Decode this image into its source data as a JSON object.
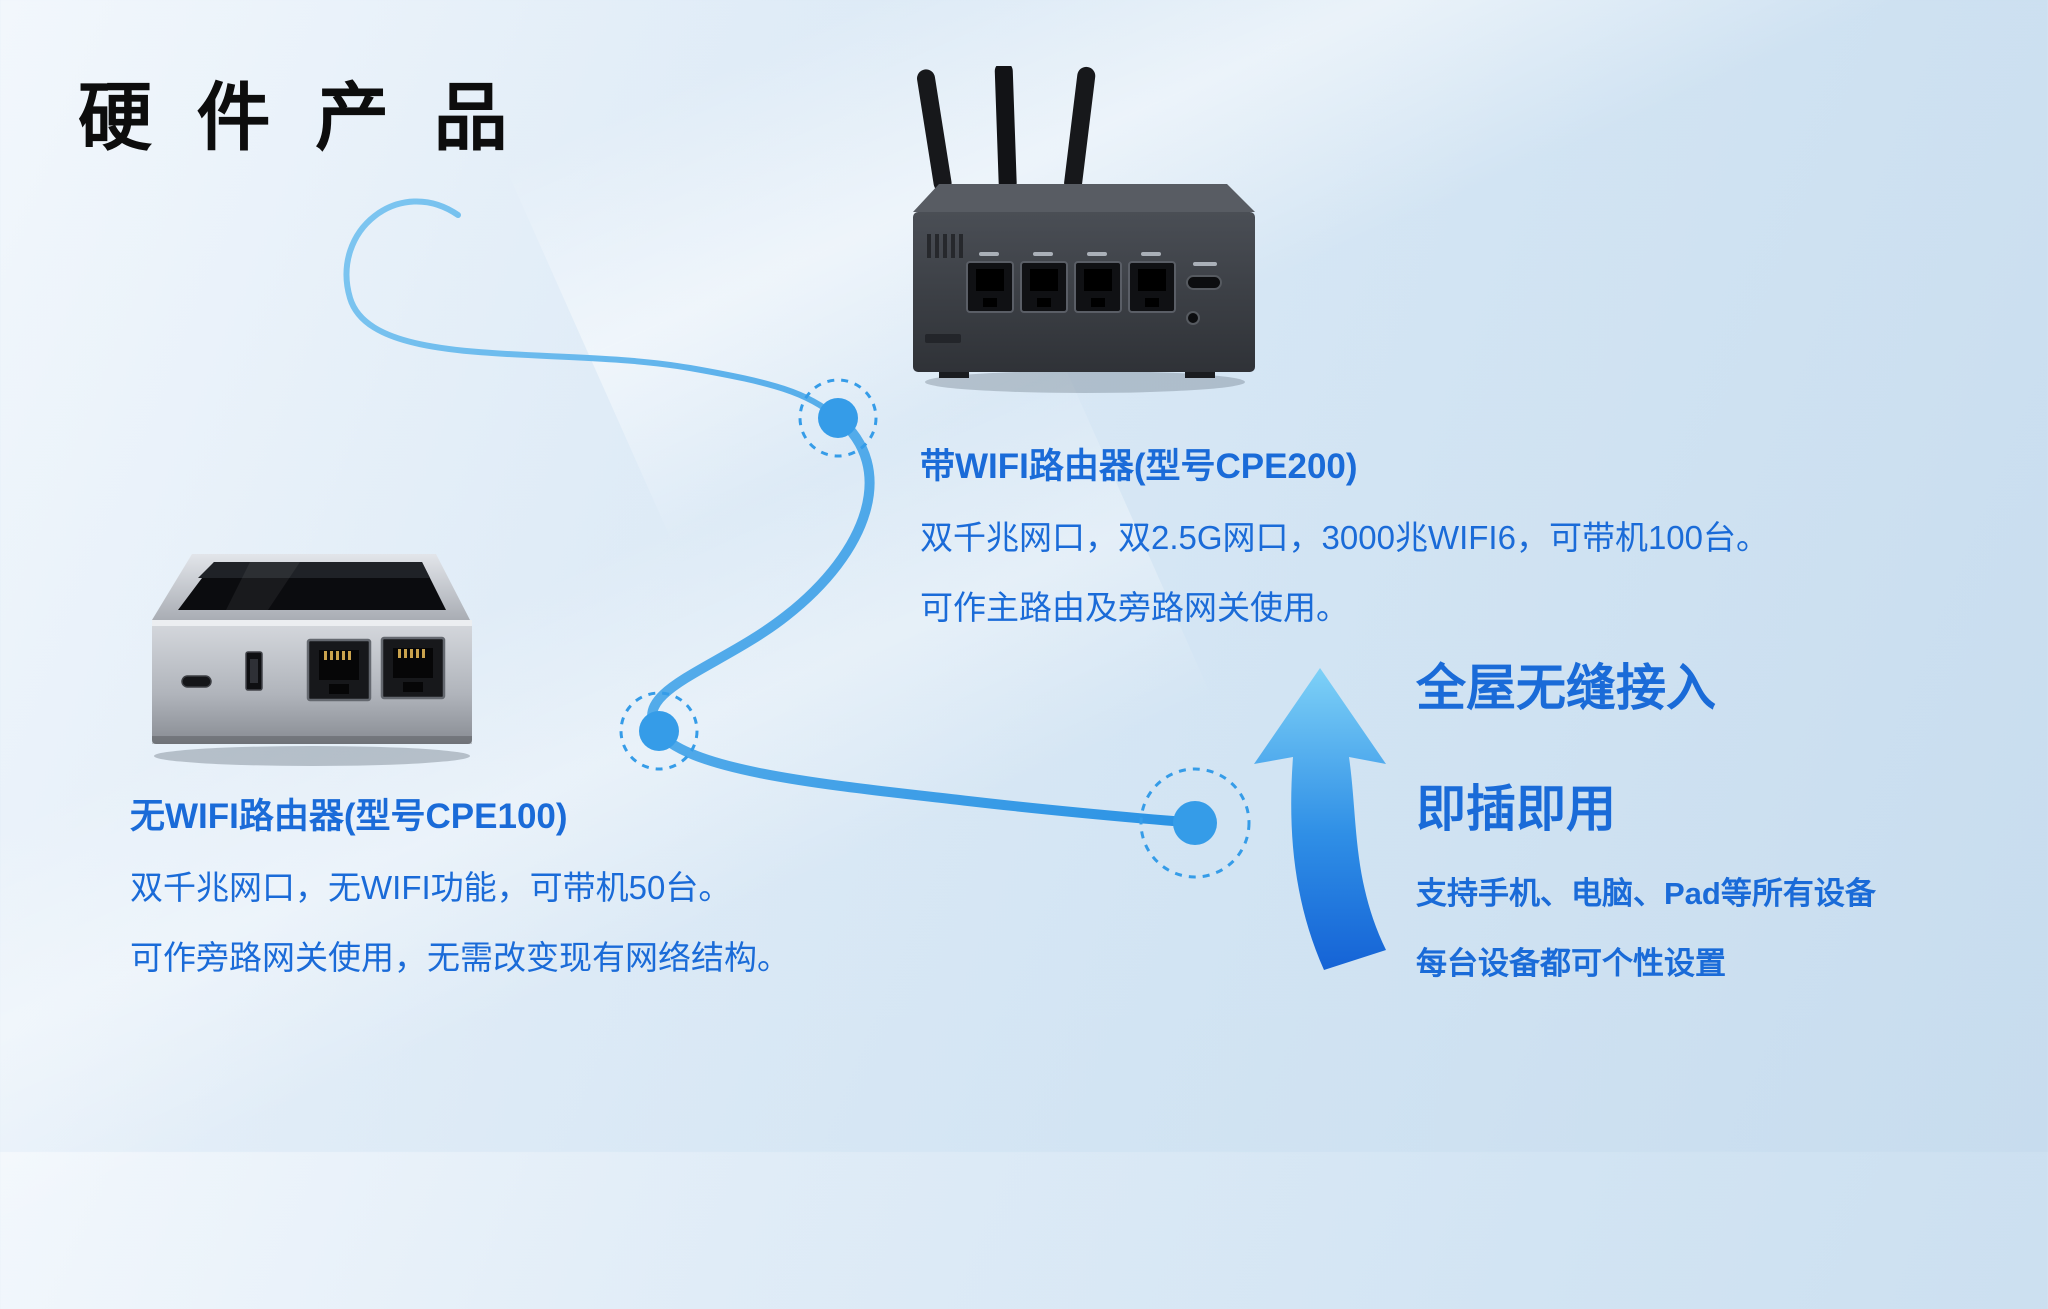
{
  "title": "硬 件 产 品",
  "cpe200": {
    "name": "带WIFI路由器(型号CPE200)",
    "spec1": "双千兆网口，双2.5G网口，3000兆WIFI6，可带机100台。",
    "spec2": "可作主路由及旁路网关使用。"
  },
  "cpe100": {
    "name": "无WIFI路由器(型号CPE100)",
    "spec1": "双千兆网口，无WIFI功能，可带机50台。",
    "spec2": "可作旁路网关使用，无需改变现有网络结构。"
  },
  "features": {
    "headline1": "全屋无缝接入",
    "headline2": "即插即用",
    "detail1": "支持手机、电脑、Pad等所有设备",
    "detail2": "每台设备都可个性设置"
  },
  "colors": {
    "text_blue": "#1a6bd8",
    "line_blue": "#359ce8",
    "title_black": "#0d0d0d"
  }
}
